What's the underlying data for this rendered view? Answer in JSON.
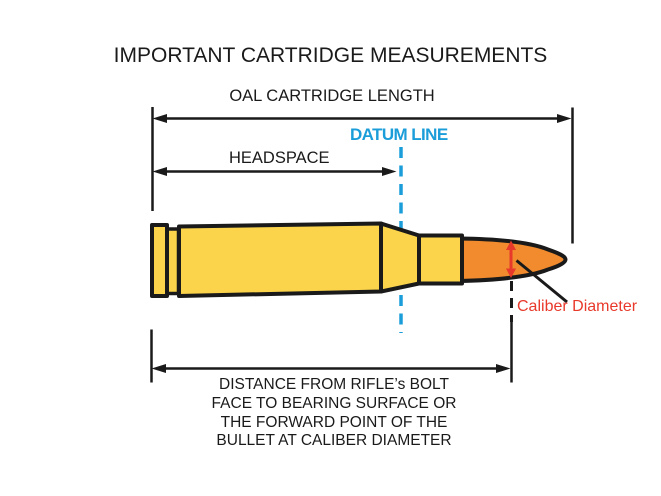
{
  "title": "IMPORTANT CARTRIDGE MEASUREMENTS",
  "labels": {
    "oal": "OAL CARTRIDGE LENGTH",
    "datum": "DATUM LINE",
    "headspace": "HEADSPACE",
    "caliber": "Caliber Diameter",
    "distance_line1": "DISTANCE FROM RIFLE’s BOLT",
    "distance_line2": "FACE TO BEARING SURFACE OR",
    "distance_line3": "THE FORWARD POINT OF THE",
    "distance_line4": "BULLET AT CALIBER DIAMETER"
  },
  "colors": {
    "background": "#FFFFFF",
    "case_yellow": "#FBD44C",
    "bullet_orange": "#F18B2D",
    "datum_blue": "#1B9DD9",
    "caliber_red": "#E8392B",
    "line_black": "#1A1A1A"
  }
}
